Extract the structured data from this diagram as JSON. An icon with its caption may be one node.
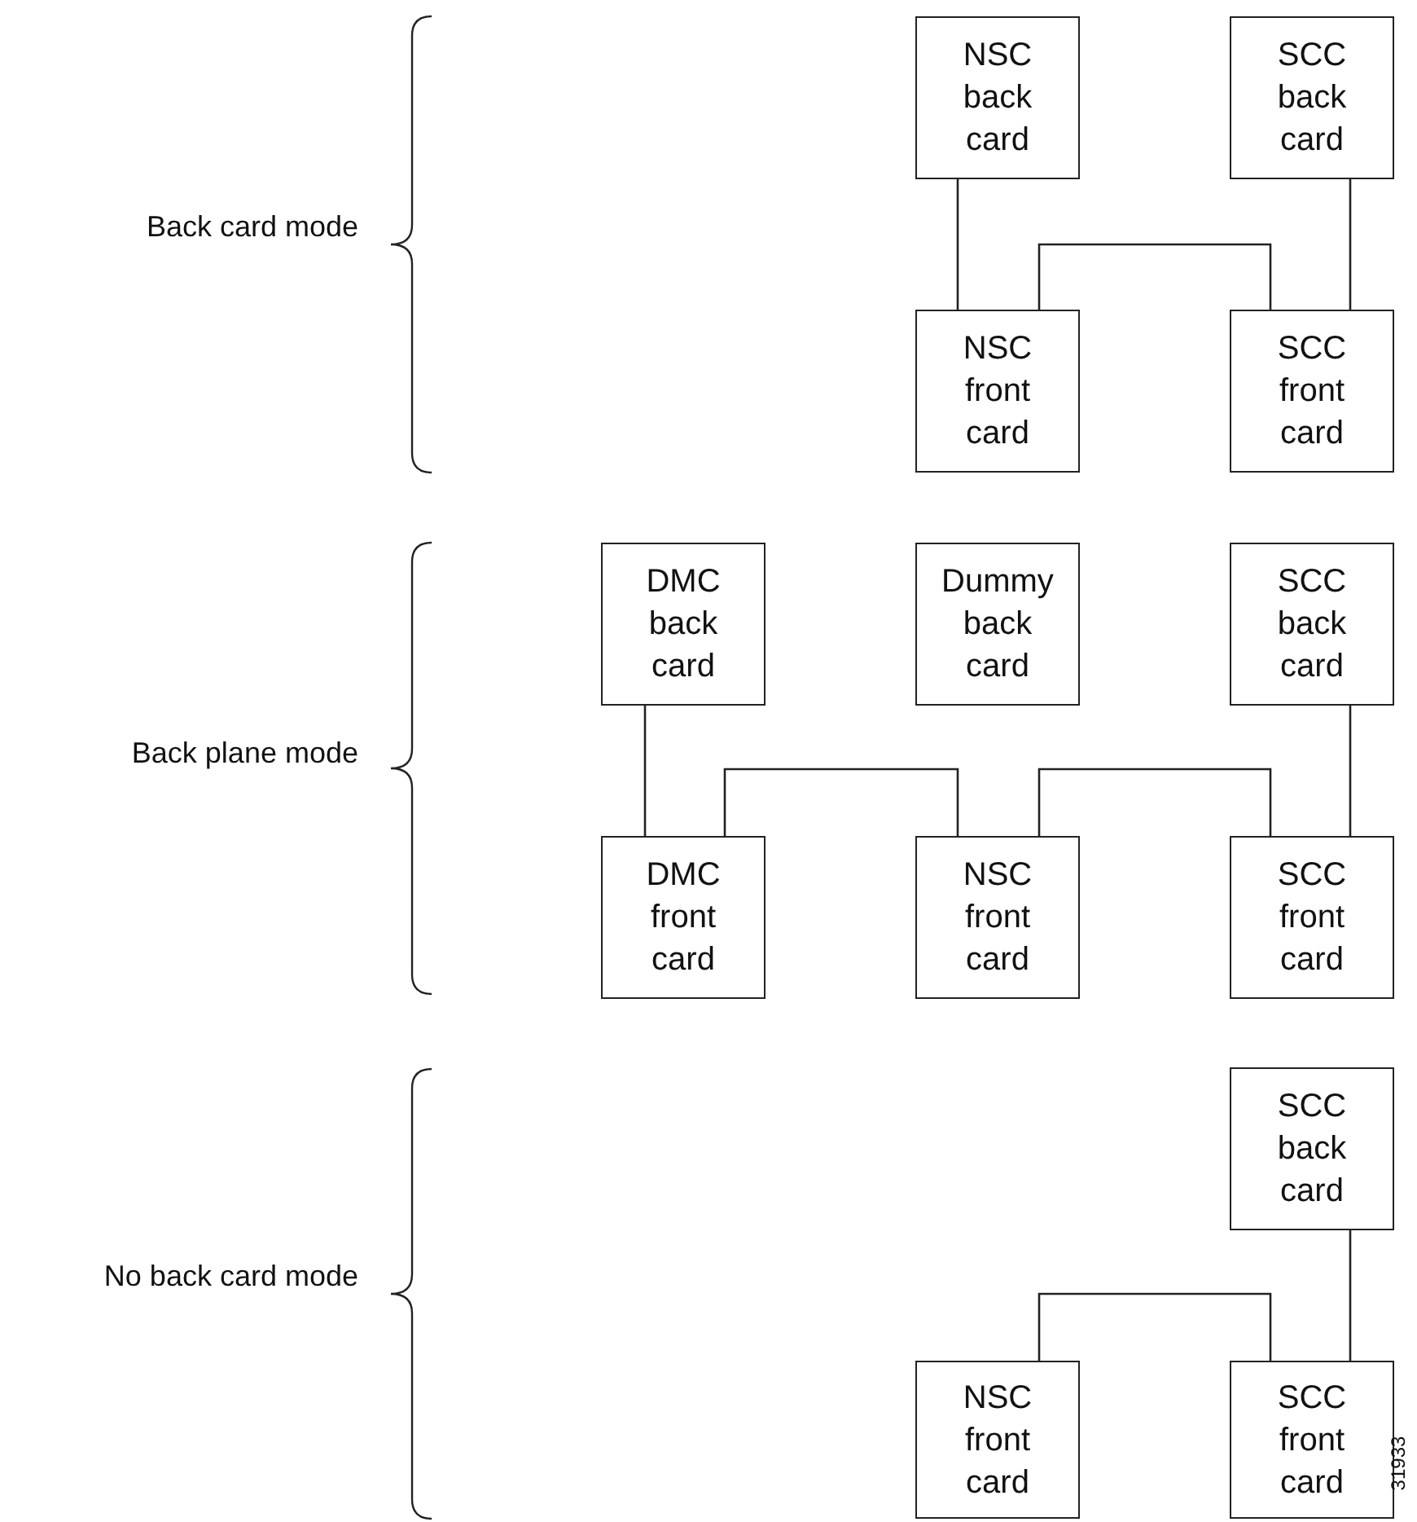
{
  "diagram": {
    "nodes": [
      {
        "text": [
          "NSC back card"
        ]
      },
      {
        "text": [
          "SCC back card"
        ]
      },
      {
        "text": [
          "NSC front card"
        ]
      },
      {
        "text": [
          "SCC front card"
        ]
      },
      {
        "text": [
          "DMC back card"
        ]
      },
      {
        "text": [
          "Dummy back card"
        ]
      },
      {
        "text": [
          "SCC back card"
        ]
      },
      {
        "text": [
          "DMC front card"
        ]
      },
      {
        "text": [
          "NSC front card"
        ]
      },
      {
        "text": [
          "SCC front card"
        ]
      },
      {
        "text": [
          "SCC back card"
        ]
      },
      {
        "text": [
          "NSC front card"
        ]
      },
      {
        "text": [
          "SCC front card"
        ]
      }
    ],
    "edges": [
      {
        "from": 0,
        "to": 2,
        "arrow": "none"
      },
      {
        "from": 1,
        "to": 3,
        "arrow": "none"
      },
      {
        "from": 2,
        "to": 3,
        "arrow": "none"
      },
      {
        "from": 4,
        "to": 7,
        "arrow": "none"
      },
      {
        "from": 7,
        "to": 8,
        "arrow": "none"
      },
      {
        "from": 8,
        "to": 9,
        "arrow": "none"
      },
      {
        "from": 6,
        "to": 9,
        "arrow": "none"
      },
      {
        "from": 10,
        "to": 12,
        "arrow": "none"
      },
      {
        "from": 11,
        "to": 12,
        "arrow": "none"
      }
    ],
    "labels": [
      "Back card mode",
      "Back plane mode",
      "No back card mode",
      "31933"
    ]
  }
}
